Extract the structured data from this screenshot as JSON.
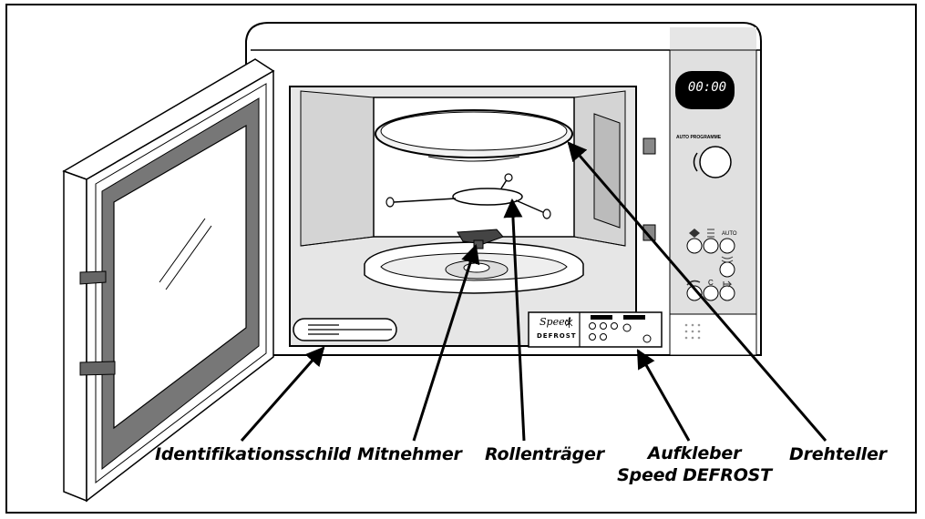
{
  "display": {
    "time": "00:00"
  },
  "panel": {
    "auto_programme": "AUTO PROGRAMME",
    "auto_label": "AUTO",
    "clear_label": "C"
  },
  "sticker": {
    "line1": "Speed",
    "line2": "DEFROST"
  },
  "labels": {
    "identifikationsschild": "Identifikationsschild",
    "mitnehmer": "Mitnehmer",
    "rollentraeger": "Rollenträger",
    "aufkleber_line1": "Aufkleber",
    "aufkleber_line2": "Speed DEFROST",
    "drehteller": "Drehteller"
  }
}
